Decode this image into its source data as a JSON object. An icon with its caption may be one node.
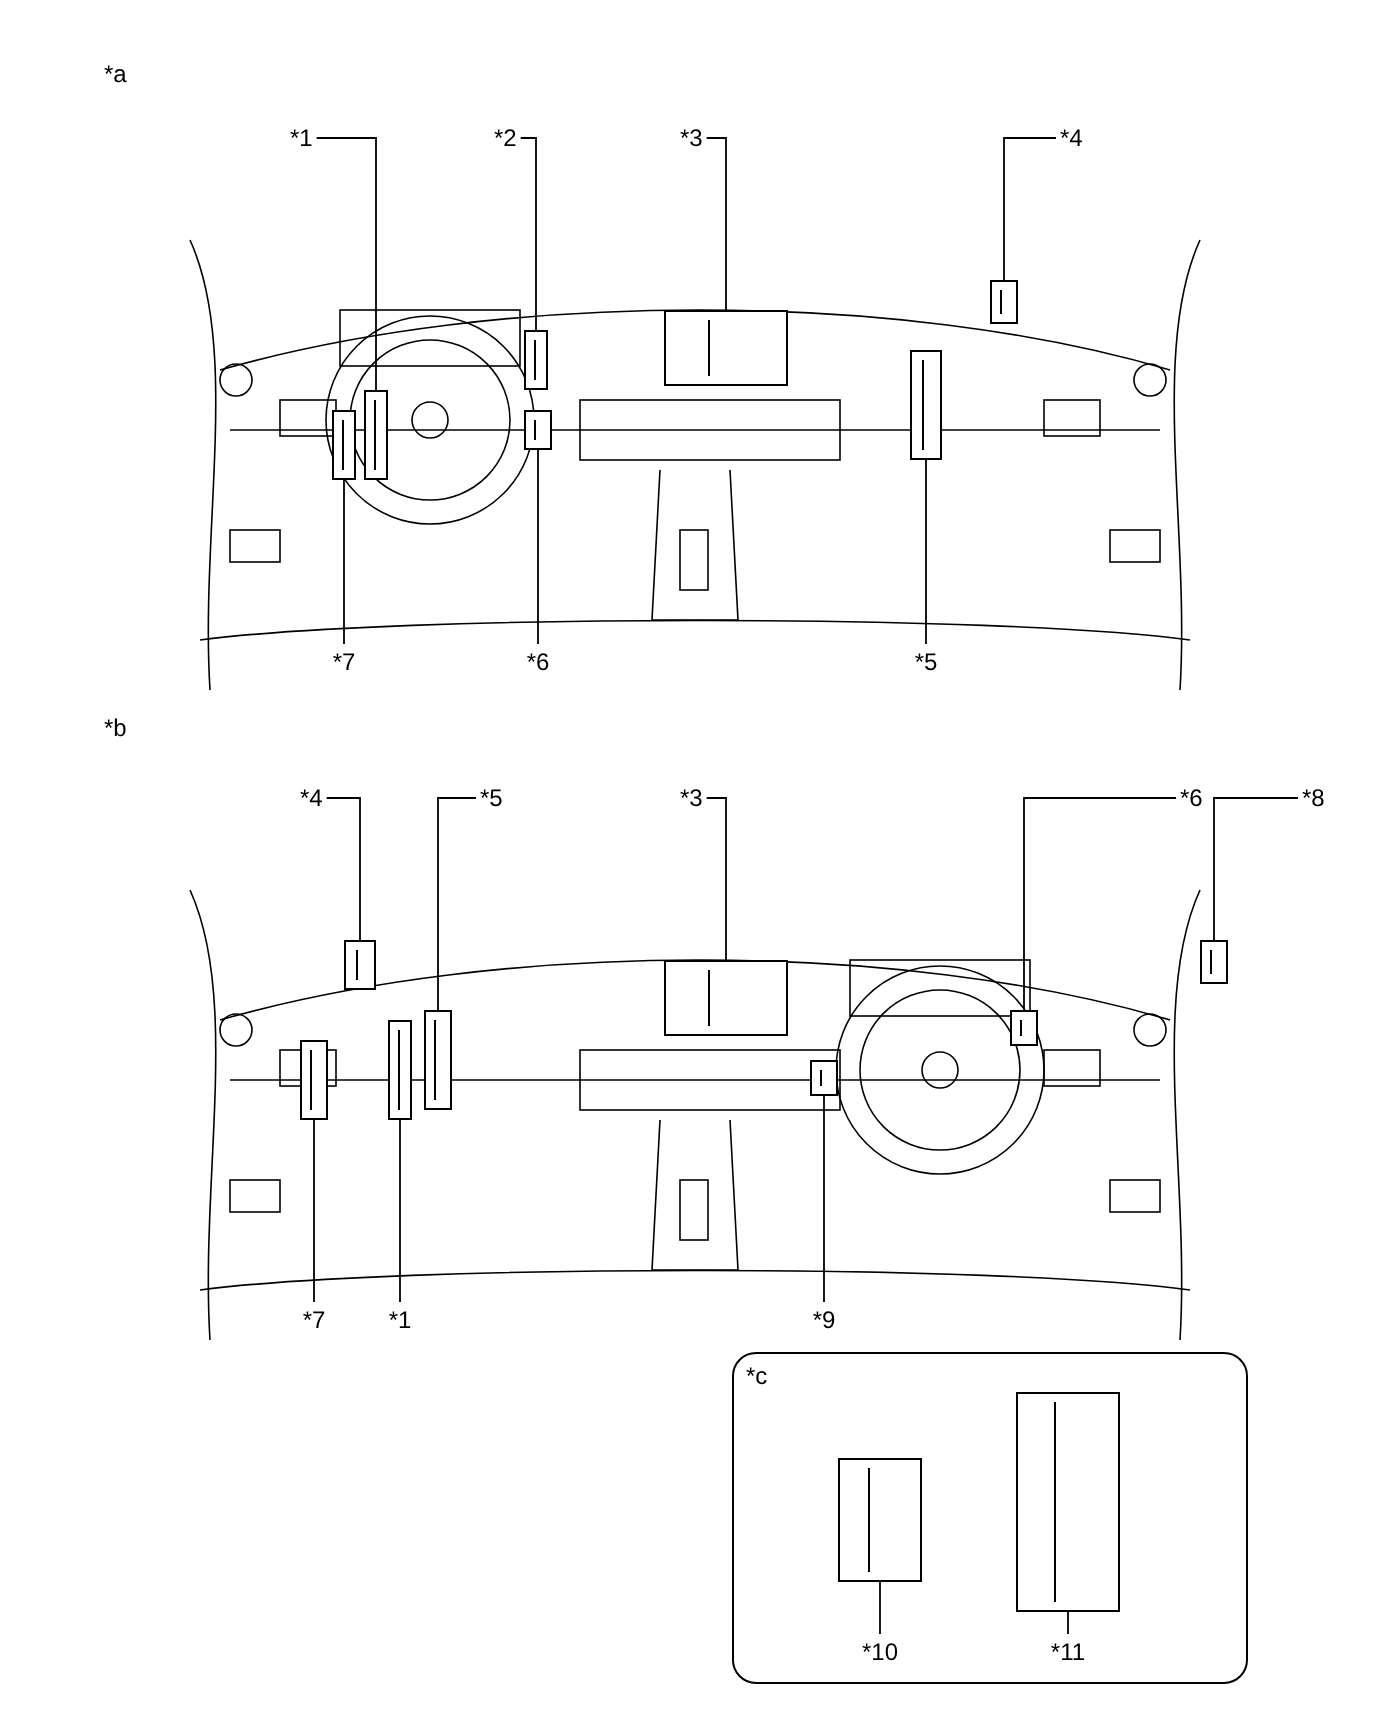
{
  "diagram": {
    "nodes": [
      {
        "text": [
          "*1"
        ]
      },
      {
        "text": [
          "*2"
        ]
      },
      {
        "text": [
          "*3"
        ]
      },
      {
        "text": [
          "*4"
        ]
      },
      {
        "text": [
          "*7"
        ]
      },
      {
        "text": [
          "*6"
        ]
      },
      {
        "text": [
          "*5"
        ]
      },
      {
        "text": [
          "*4"
        ]
      },
      {
        "text": [
          "*5"
        ]
      },
      {
        "text": [
          "*3"
        ]
      },
      {
        "text": [
          "*6"
        ]
      },
      {
        "text": [
          "*8"
        ]
      },
      {
        "text": [
          "*7"
        ]
      },
      {
        "text": [
          "*1"
        ]
      },
      {
        "text": [
          "*9"
        ]
      },
      {
        "text": [
          "*c"
        ]
      },
      {
        "text": [
          "*10"
        ],
        "in": 15
      },
      {
        "text": [
          "*11"
        ],
        "in": 15
      },
      {
        "text": [],
        "shape": "picture"
      },
      {
        "text": [],
        "shape": "picture"
      },
      {
        "text": [],
        "shape": "picture"
      },
      {
        "text": [],
        "shape": "picture"
      },
      {
        "text": [],
        "shape": "picture"
      },
      {
        "text": [],
        "shape": "picture"
      },
      {
        "text": [],
        "shape": "picture"
      },
      {
        "text": [],
        "shape": "picture"
      },
      {
        "text": [],
        "shape": "picture"
      },
      {
        "text": [],
        "shape": "picture"
      },
      {
        "text": [],
        "shape": "picture"
      },
      {
        "text": [],
        "shape": "picture"
      },
      {
        "text": [],
        "shape": "picture"
      },
      {
        "text": [],
        "shape": "picture"
      },
      {
        "text": [],
        "shape": "picture"
      },
      {
        "text": [],
        "shape": "picture",
        "in": 15
      },
      {
        "text": [],
        "shape": "picture",
        "in": 15
      }
    ],
    "edges": [
      {
        "from": 0,
        "to": 18,
        "arrow": "none"
      },
      {
        "from": 1,
        "to": 19,
        "arrow": "none"
      },
      {
        "from": 2,
        "to": 20,
        "arrow": "none"
      },
      {
        "from": 3,
        "to": 21,
        "arrow": "none"
      },
      {
        "from": 4,
        "to": 22,
        "arrow": "none"
      },
      {
        "from": 5,
        "to": 23,
        "arrow": "none"
      },
      {
        "from": 6,
        "to": 24,
        "arrow": "none"
      },
      {
        "from": 7,
        "to": 25,
        "arrow": "none"
      },
      {
        "from": 8,
        "to": 26,
        "arrow": "none"
      },
      {
        "from": 9,
        "to": 27,
        "arrow": "none"
      },
      {
        "from": 10,
        "to": 28,
        "arrow": "none"
      },
      {
        "from": 11,
        "to": 29,
        "arrow": "none"
      },
      {
        "from": 12,
        "to": 30,
        "arrow": "none"
      },
      {
        "from": 13,
        "to": 31,
        "arrow": "none"
      },
      {
        "from": 14,
        "to": 32,
        "arrow": "none"
      },
      {
        "from": 16,
        "to": 33,
        "arrow": "none"
      },
      {
        "from": 17,
        "to": 34,
        "arrow": "none"
      }
    ],
    "labels": [
      "*a",
      "*b"
    ]
  }
}
